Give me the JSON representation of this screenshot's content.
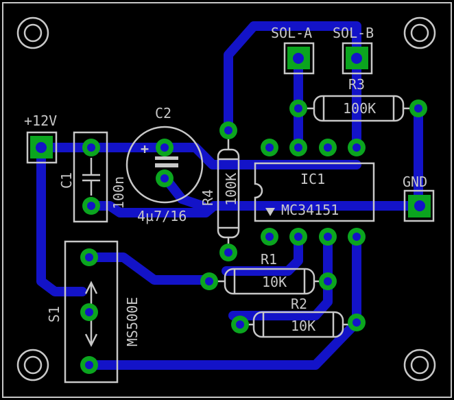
{
  "colors": {
    "background": "#000000",
    "copper": "#1313c8",
    "pad": "#0ba51f",
    "silkscreen": "#c8c8c8"
  },
  "labels": {
    "sol_a": "SOL-A",
    "sol_b": "SOL-B",
    "r3_ref": "R3",
    "r3_value": "100K",
    "c2_ref": "C2",
    "c2_value": "4µ7/16",
    "v12": "+12V",
    "c1_ref": "C1",
    "c1_value": "100n",
    "r4_ref": "R4",
    "r4_value": "100K",
    "ic1_ref": "IC1",
    "ic1_value": "MC34151",
    "gnd": "GND",
    "r1_ref": "R1",
    "r1_value": "10K",
    "r2_ref": "R2",
    "r2_value": "10K",
    "s1_ref": "S1",
    "s1_value": "MS500E",
    "c2_polarity": "+"
  }
}
